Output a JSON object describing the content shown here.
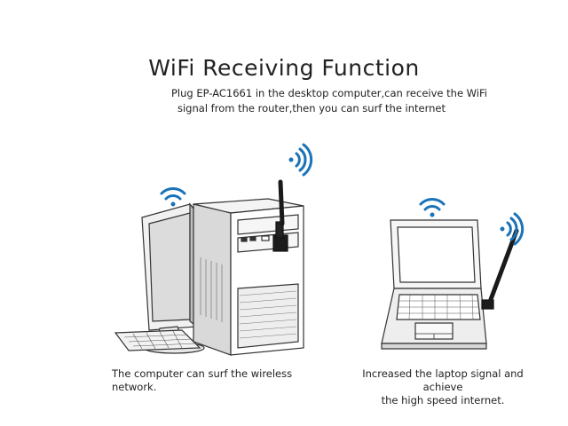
{
  "header": {
    "title": "WiFi Receiving Function",
    "subtitle_line1": "Plug EP-AC1661 in the desktop computer,can receive the WiFi",
    "subtitle_line2": "signal from the router,then you can surf the internet"
  },
  "captions": {
    "desktop": "The computer can surf the wireless network.",
    "laptop_line1": "Increased the laptop signal and achieve",
    "laptop_line2": "the high speed internet."
  },
  "colors": {
    "wifi_blue": "#1a73b8",
    "line_gray": "#333333",
    "fill_gray": "#e6e6e6"
  },
  "icons": [
    "wifi-icon",
    "wifi-signal-icon"
  ]
}
